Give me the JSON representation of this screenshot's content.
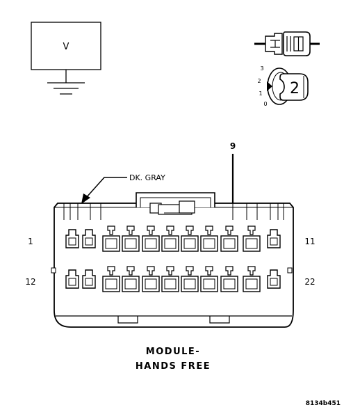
{
  "meter": {
    "label": "V"
  },
  "key_switch": {
    "positions": [
      "3",
      "2",
      "1",
      "0"
    ],
    "current": "2"
  },
  "pin_callout": {
    "number": "9"
  },
  "wire_callout": {
    "color": "DK. GRAY"
  },
  "connector": {
    "pin_row1_left": "1",
    "pin_row1_right": "11",
    "pin_row2_left": "12",
    "pin_row2_right": "22",
    "name_line1": "MODULE-",
    "name_line2": "HANDS FREE"
  },
  "figure_id": "8134b451",
  "colors": {
    "ink": "#000000",
    "background": "#ffffff"
  }
}
